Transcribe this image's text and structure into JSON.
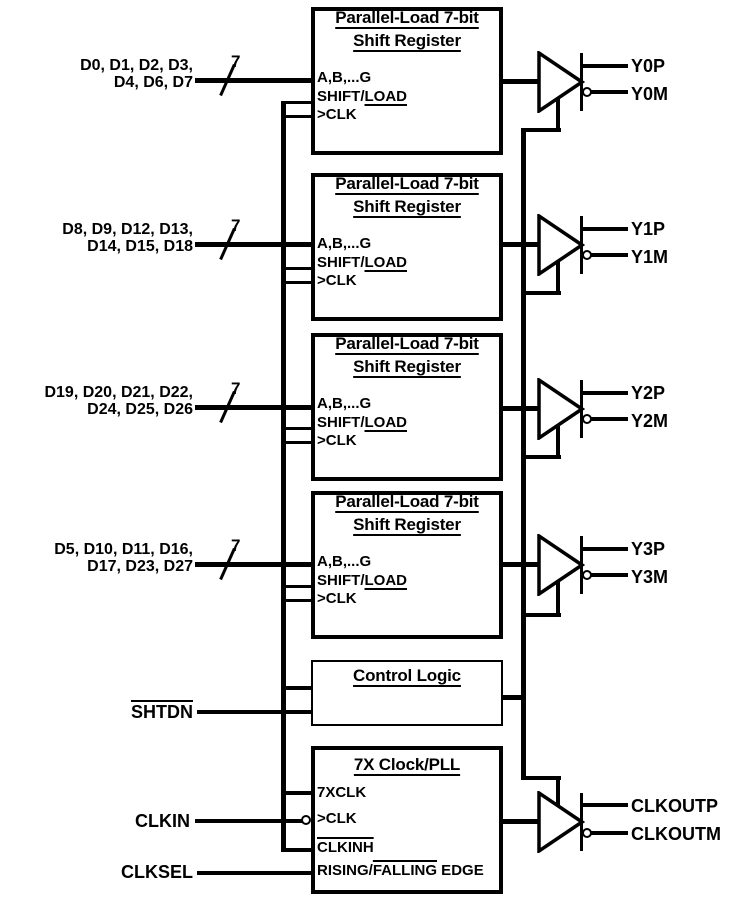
{
  "registers": [
    {
      "title_line1": "Parallel-Load 7-bit",
      "title_line2": "Shift Register",
      "pin_parallel": "A,B,...G",
      "pin_shift_prefix": "SHIFT/",
      "pin_shift_load": "LOAD",
      "pin_clk": ">CLK",
      "bus_width": "7",
      "inputs_line1": "D0, D1, D2, D3,",
      "inputs_line2": "D4, D6, D7",
      "output_p": "Y0P",
      "output_m": "Y0M"
    },
    {
      "title_line1": "Parallel-Load 7-bit",
      "title_line2": "Shift Register",
      "pin_parallel": "A,B,...G",
      "pin_shift_prefix": "SHIFT/",
      "pin_shift_load": "LOAD",
      "pin_clk": ">CLK",
      "bus_width": "7",
      "inputs_line1": "D8, D9, D12, D13,",
      "inputs_line2": "D14, D15, D18",
      "output_p": "Y1P",
      "output_m": "Y1M"
    },
    {
      "title_line1": "Parallel-Load 7-bit",
      "title_line2": "Shift Register",
      "pin_parallel": "A,B,...G",
      "pin_shift_prefix": "SHIFT/",
      "pin_shift_load": "LOAD",
      "pin_clk": ">CLK",
      "bus_width": "7",
      "inputs_line1": "D19, D20, D21, D22,",
      "inputs_line2": "D24, D25, D26",
      "output_p": "Y2P",
      "output_m": "Y2M"
    },
    {
      "title_line1": "Parallel-Load 7-bit",
      "title_line2": "Shift Register",
      "pin_parallel": "A,B,...G",
      "pin_shift_prefix": "SHIFT/",
      "pin_shift_load": "LOAD",
      "pin_clk": ">CLK",
      "bus_width": "7",
      "inputs_line1": "D5, D10, D11, D16,",
      "inputs_line2": "D17, D23, D27",
      "output_p": "Y3P",
      "output_m": "Y3M"
    }
  ],
  "control_logic": {
    "title": "Control Logic",
    "input_shutdown": "SHTDN"
  },
  "pll": {
    "title": "7X Clock/PLL",
    "pin_7xclk": "7XCLK",
    "pin_clk": ">CLK",
    "pin_clkinh": "CLKINH",
    "pin_edge_prefix": "RISING/",
    "pin_edge_overline": "FALLING",
    "pin_edge_suffix": " EDGE",
    "input_clkin": "CLKIN",
    "input_clksel": "CLKSEL",
    "output_p": "CLKOUTP",
    "output_m": "CLKOUTM"
  },
  "colors": {
    "line": "#000000",
    "background": "#ffffff"
  }
}
